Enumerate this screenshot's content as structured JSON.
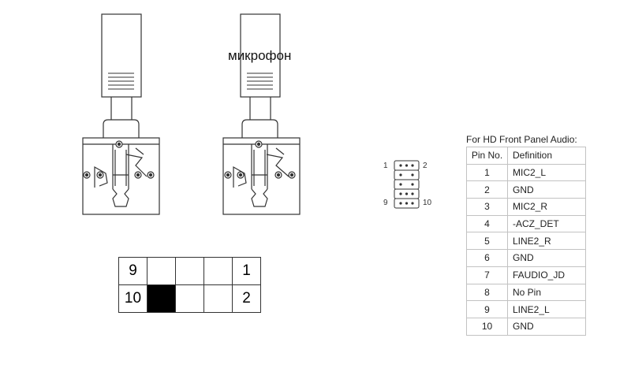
{
  "connector_label": "микрофон",
  "header_pin_labels": {
    "top_left": "1",
    "top_right": "2",
    "bottom_left": "9",
    "bottom_right": "10"
  },
  "pin_grid": {
    "rows": [
      [
        "9",
        "",
        "",
        "",
        "1"
      ],
      [
        "10",
        "",
        "",
        "",
        "2"
      ]
    ],
    "blocked_cell": "row 2, column 2"
  },
  "pin_table": {
    "title": "For HD Front Panel Audio:",
    "headers": [
      "Pin No.",
      "Definition"
    ],
    "rows": [
      [
        "1",
        "MIC2_L"
      ],
      [
        "2",
        "GND"
      ],
      [
        "3",
        "MIC2_R"
      ],
      [
        "4",
        "-ACZ_DET"
      ],
      [
        "5",
        "LINE2_R"
      ],
      [
        "6",
        "GND"
      ],
      [
        "7",
        "FAUDIO_JD"
      ],
      [
        "8",
        "No Pin"
      ],
      [
        "9",
        "LINE2_L"
      ],
      [
        "10",
        "GND"
      ]
    ]
  }
}
